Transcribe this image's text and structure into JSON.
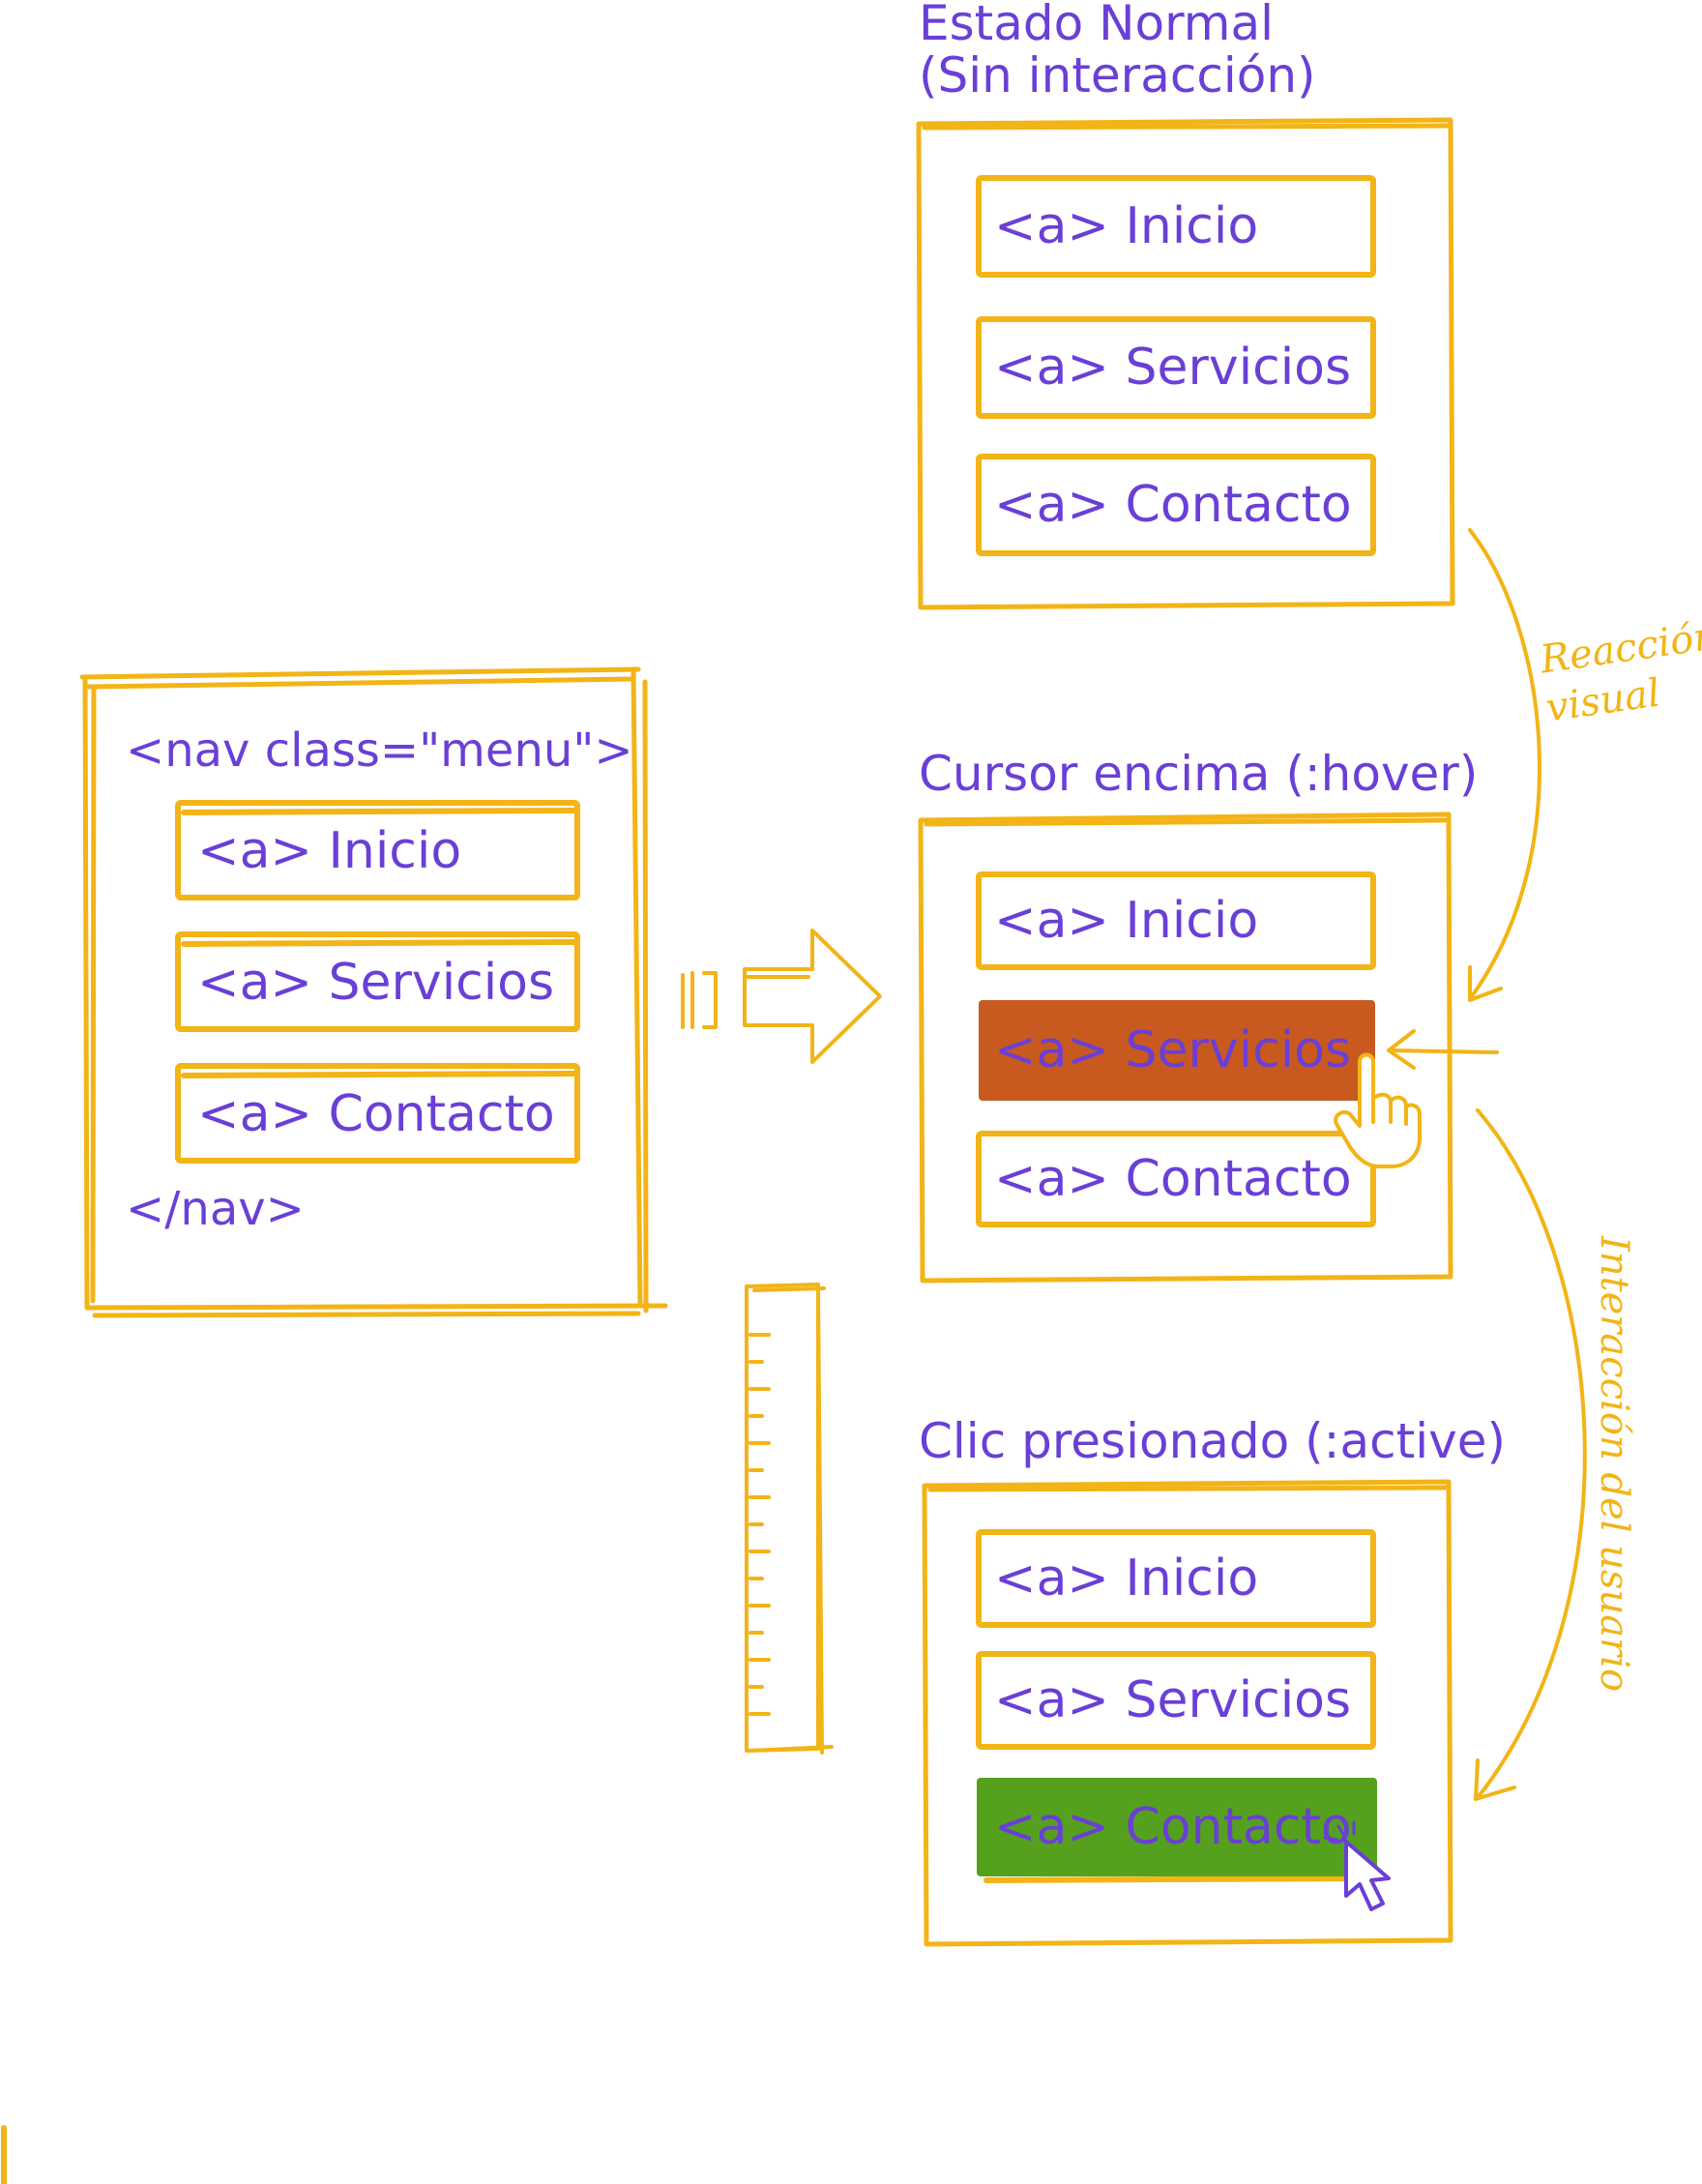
{
  "code_panel": {
    "open_tag": "<nav class=\"menu\">",
    "close_tag": "</nav>",
    "links": [
      "<a> Inicio",
      "<a> Servicios",
      "<a> Contacto"
    ]
  },
  "states": [
    {
      "title_line1": "Estado Normal",
      "title_line2": "(Sin interacción)",
      "links": [
        "<a> Inicio",
        "<a> Servicios",
        "<a> Contacto"
      ]
    },
    {
      "title_line1": "Cursor encima (:hover)",
      "links": [
        "<a> Inicio",
        "<a> Servicios",
        "<a> Contacto"
      ],
      "highlight_index": 1,
      "highlight_color": "#c85a20"
    },
    {
      "title_line1": "Clic presionado (:active)",
      "links": [
        "<a> Inicio",
        "<a> Servicios",
        "<a> Contacto"
      ],
      "highlight_index": 2,
      "highlight_color": "#55a11e"
    }
  ],
  "annotations": {
    "reaction_line1": "Reacción",
    "reaction_line2": "visual",
    "interaction": "Interacción del usuario"
  },
  "icons": [
    "pointer-hand-icon",
    "mouse-cursor-icon",
    "arrow-right-icon",
    "ruler-icon"
  ],
  "colors": {
    "sketch_yellow": "#f2b416",
    "text_purple": "#6a3fd6",
    "hover_orange": "#c85a20",
    "active_green": "#55a11e"
  }
}
